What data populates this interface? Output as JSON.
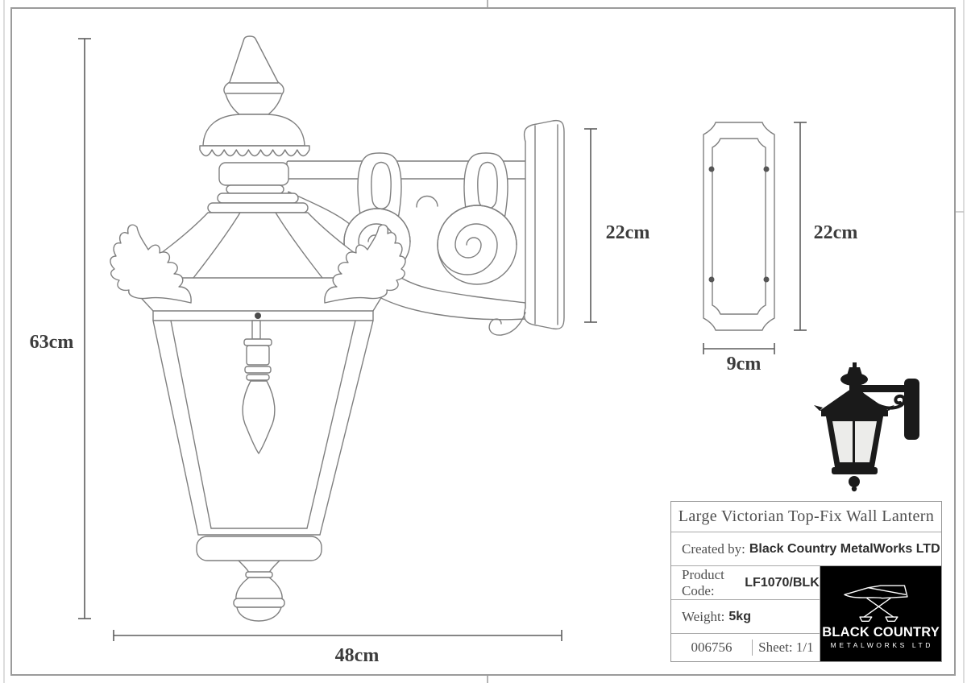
{
  "colors": {
    "drawing_line": "#7f7f7f",
    "dimension_line": "#5d5d5d",
    "dimension_text": "#3c3c3c",
    "border": "#9b9b9b",
    "logo_bg": "#000000",
    "logo_fg": "#ffffff"
  },
  "dimensions": {
    "lantern_height": "63cm",
    "lantern_width": "48cm",
    "bracket_height": "22cm",
    "backplate_height": "22cm",
    "backplate_width": "9cm"
  },
  "title_block": {
    "title": "Large Victorian Top-Fix Wall Lantern",
    "created_by_label": "Created by:",
    "created_by_value": "Black Country MetalWorks LTD",
    "product_code_label": "Product Code:",
    "product_code_value": "LF1070/BLK",
    "weight_label": "Weight:",
    "weight_value": "5kg",
    "drawing_number": "006756",
    "sheet_label": "Sheet: 1/1"
  },
  "logo": {
    "icon": "anvil-icon",
    "line1": "BLACK COUNTRY",
    "line2": "METALWORKS LTD"
  }
}
